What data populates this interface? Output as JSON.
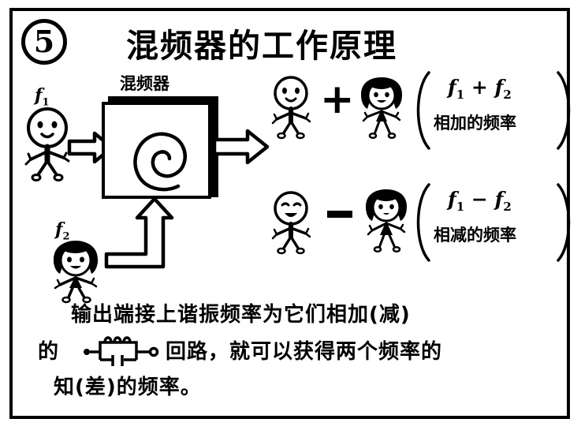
{
  "page": {
    "number_badge": "5",
    "title": "混频器的工作原理"
  },
  "diagram": {
    "mixer_label": "混频器",
    "input_top": {
      "freq_label_main": "f",
      "freq_label_sub": "1",
      "figure": "boy-stick-figure"
    },
    "input_bottom": {
      "freq_label_main": "f",
      "freq_label_sub": "2",
      "figure": "girl-stick-figure"
    },
    "mixer_icon": "spiral-icon",
    "arrows": {
      "input_top": "right-arrow-icon",
      "input_bottom": "elbow-up-arrow-icon",
      "output": "right-arrow-icon"
    }
  },
  "results": [
    {
      "operator": "+",
      "operator_name": "plus-sign",
      "left_figure": "boy-stick-figure",
      "right_figure": "girl-stick-figure",
      "formula_main": "f",
      "formula_sub1": "1",
      "formula_op": "+",
      "formula_main2": "f",
      "formula_sub2": "2",
      "description": "相加的频率"
    },
    {
      "operator": "−",
      "operator_name": "minus-sign",
      "left_figure": "boy-stick-figure",
      "right_figure": "girl-stick-figure",
      "formula_main": "f",
      "formula_sub1": "1",
      "formula_op": "−",
      "formula_main2": "f",
      "formula_sub2": "2",
      "description": "相减的频率"
    }
  ],
  "caption": {
    "line1": "输出端接上谐振频率为它们相加(减)",
    "line2_before": "的",
    "line2_symbol": "lc-tank-circuit-icon",
    "line2_after": "回路，就可以获得两个频率的",
    "line3": "知(差)的频率。"
  },
  "colors": {
    "ink": "#000000",
    "paper": "#ffffff"
  }
}
